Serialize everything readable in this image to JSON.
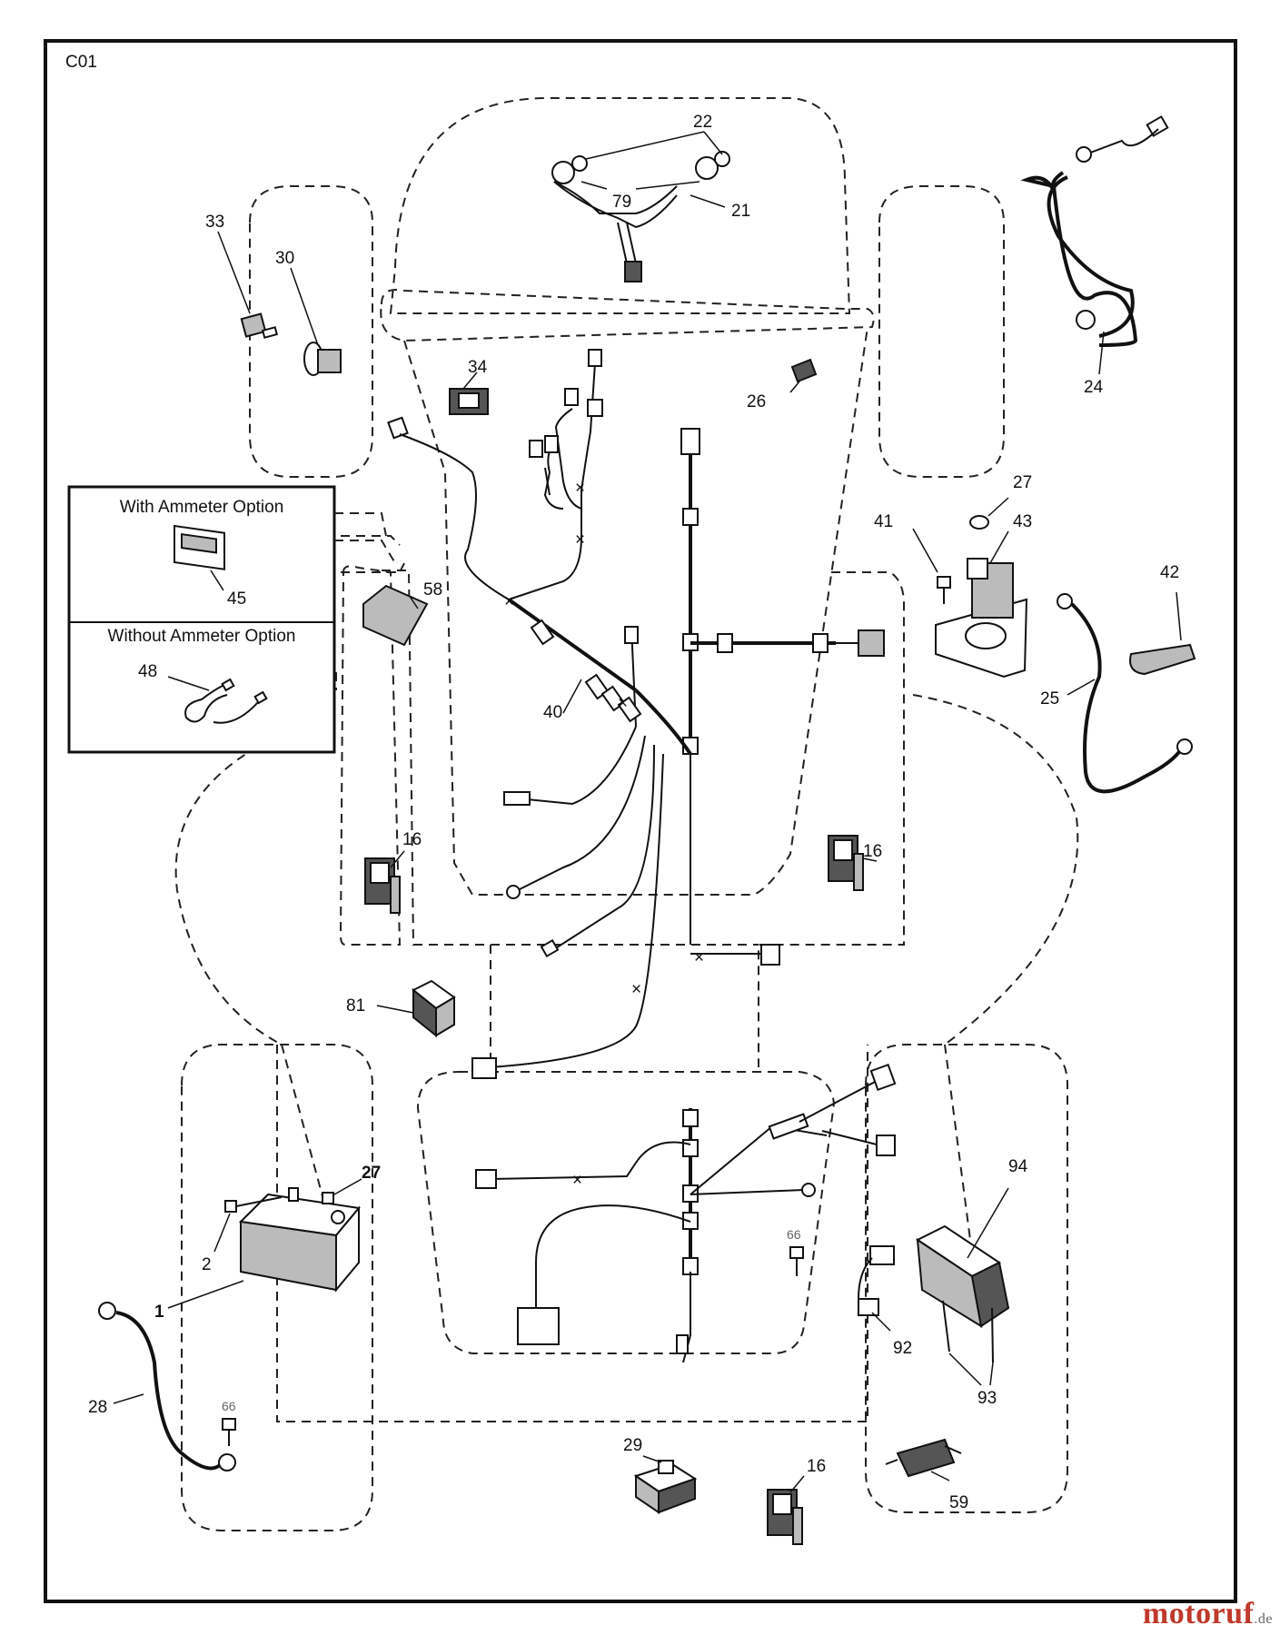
{
  "diagram_code": "C01",
  "options": {
    "with_ammeter": "With Ammeter Option",
    "without_ammeter": "Without Ammeter Option"
  },
  "callouts": {
    "c1": "1",
    "c2": "2",
    "c16a": "16",
    "c16b": "16",
    "c16c": "16",
    "c21": "21",
    "c22": "22",
    "c24": "24",
    "c25": "25",
    "c26": "26",
    "c27a": "27",
    "c27b": "27",
    "c28": "28",
    "c29": "29",
    "c30": "30",
    "c33": "33",
    "c34": "34",
    "c40": "40",
    "c41": "41",
    "c42": "42",
    "c43": "43",
    "c45": "45",
    "c48": "48",
    "c58": "58",
    "c59": "59",
    "c66a": "66",
    "c66b": "66",
    "c79": "79",
    "c81": "81",
    "c92": "92",
    "c93": "93",
    "c94": "94"
  },
  "brand": {
    "name": "motoruf",
    "tld": ".de",
    "color": "#c0392b"
  }
}
